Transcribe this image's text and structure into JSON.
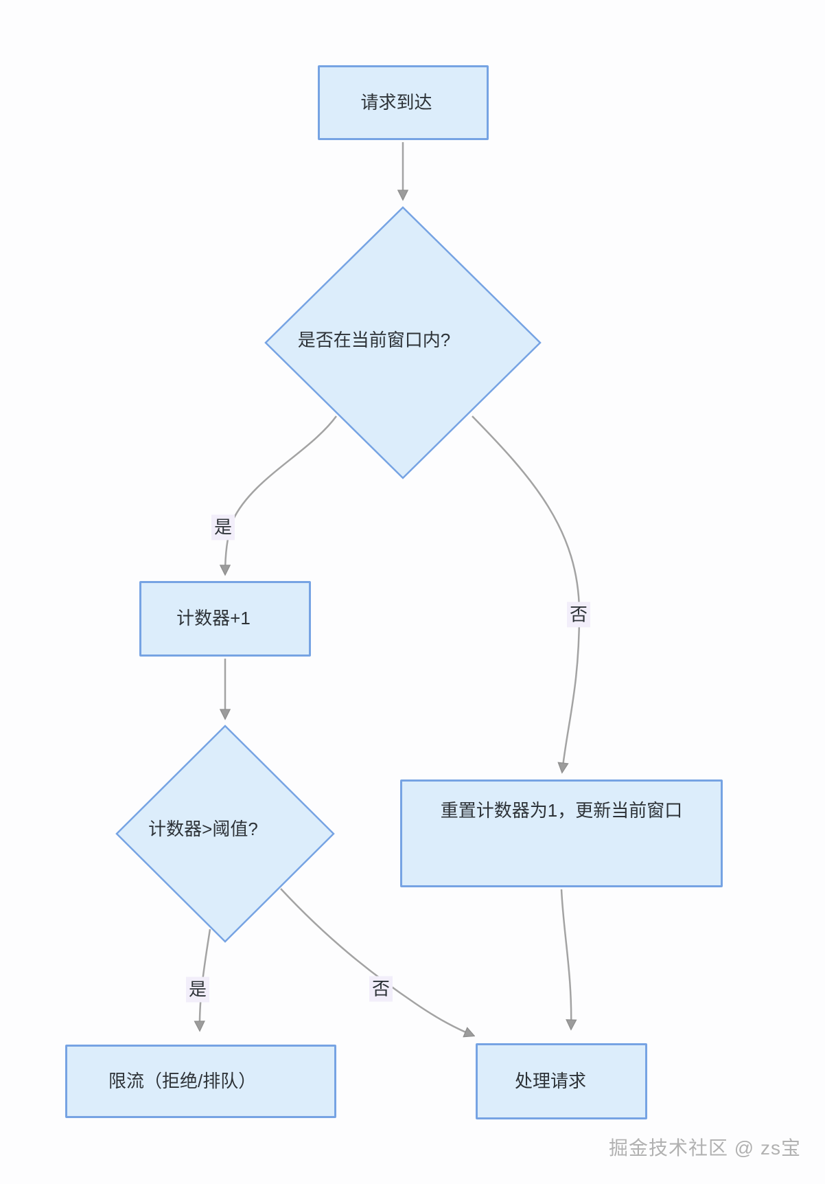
{
  "diagram": {
    "nodes": {
      "start": {
        "label": "请求到达"
      },
      "window_check": {
        "label": "是否在当前窗口内?"
      },
      "counter_inc": {
        "label": "计数器+1"
      },
      "threshold_check": {
        "label": "计数器>阈值?"
      },
      "reset_window": {
        "label": "重置计数器为1，更新当前窗口"
      },
      "rate_limit": {
        "label": "限流（拒绝/排队）"
      },
      "process": {
        "label": "处理请求"
      }
    },
    "edges": {
      "window_yes": {
        "label": "是"
      },
      "window_no": {
        "label": "否"
      },
      "threshold_yes": {
        "label": "是"
      },
      "threshold_no": {
        "label": "否"
      }
    },
    "watermark": "掘金技术社区 @ zs宝",
    "theme": {
      "canvas-bg": "#fdfdfe",
      "node-fill": "#dcedfb",
      "node-border": "#76a3e3",
      "edge-color": "#a3a3a3",
      "arrow-fill": "#9c9c9c",
      "edge-label-bg": "#f2eefa",
      "text-color": "#2d3237",
      "watermark-color": "#b1b1b1"
    }
  }
}
